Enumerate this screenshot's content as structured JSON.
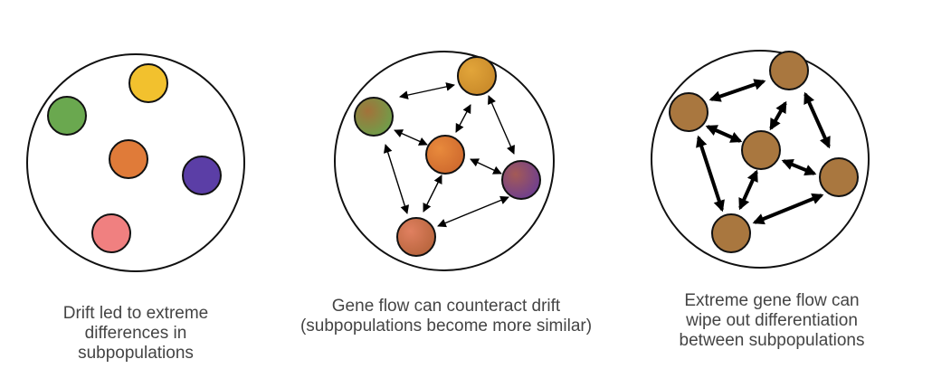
{
  "panels": [
    {
      "caption": "Drift led to extreme\ndifferences in\nsubpopulations",
      "subpopulations": [
        {
          "name": "yellow-subpopulation",
          "fill": "#f2c12e"
        },
        {
          "name": "green-subpopulation",
          "fill": "#6aa84f"
        },
        {
          "name": "orange-subpopulation",
          "fill": "#e07b39"
        },
        {
          "name": "purple-subpopulation",
          "fill": "#5b3ea6"
        },
        {
          "name": "pink-subpopulation",
          "fill": "#f08080"
        }
      ],
      "gene_flow": "none"
    },
    {
      "caption": "Gene flow can counteract drift\n(subpopulations become more similar)",
      "subpopulations": [
        {
          "name": "yellow-orange-subpopulation",
          "fill": "#e2a53a",
          "edge_fill": "#c98a2a"
        },
        {
          "name": "green-orange-subpopulation",
          "fill": "#a3723a",
          "edge_fill": "#6f9e4a"
        },
        {
          "name": "orange-subpopulation",
          "fill": "#e88a3c",
          "edge_fill": "#cf6a2e"
        },
        {
          "name": "purple-orange-subpopulation",
          "fill": "#a45a56",
          "edge_fill": "#6f3f8f"
        },
        {
          "name": "pink-orange-subpopulation",
          "fill": "#e08060",
          "edge_fill": "#b8653d"
        }
      ],
      "gene_flow": "moderate"
    },
    {
      "caption": "Extreme gene flow can\nwipe out differentiation\nbetween subpopulations",
      "subpopulations": [
        {
          "name": "brown-subpopulation-top",
          "fill": "#a9773f"
        },
        {
          "name": "brown-subpopulation-left",
          "fill": "#a9773f"
        },
        {
          "name": "brown-subpopulation-center",
          "fill": "#a9773f"
        },
        {
          "name": "brown-subpopulation-right",
          "fill": "#a9773f"
        },
        {
          "name": "brown-subpopulation-bottom",
          "fill": "#a9773f"
        }
      ],
      "gene_flow": "extreme"
    }
  ]
}
